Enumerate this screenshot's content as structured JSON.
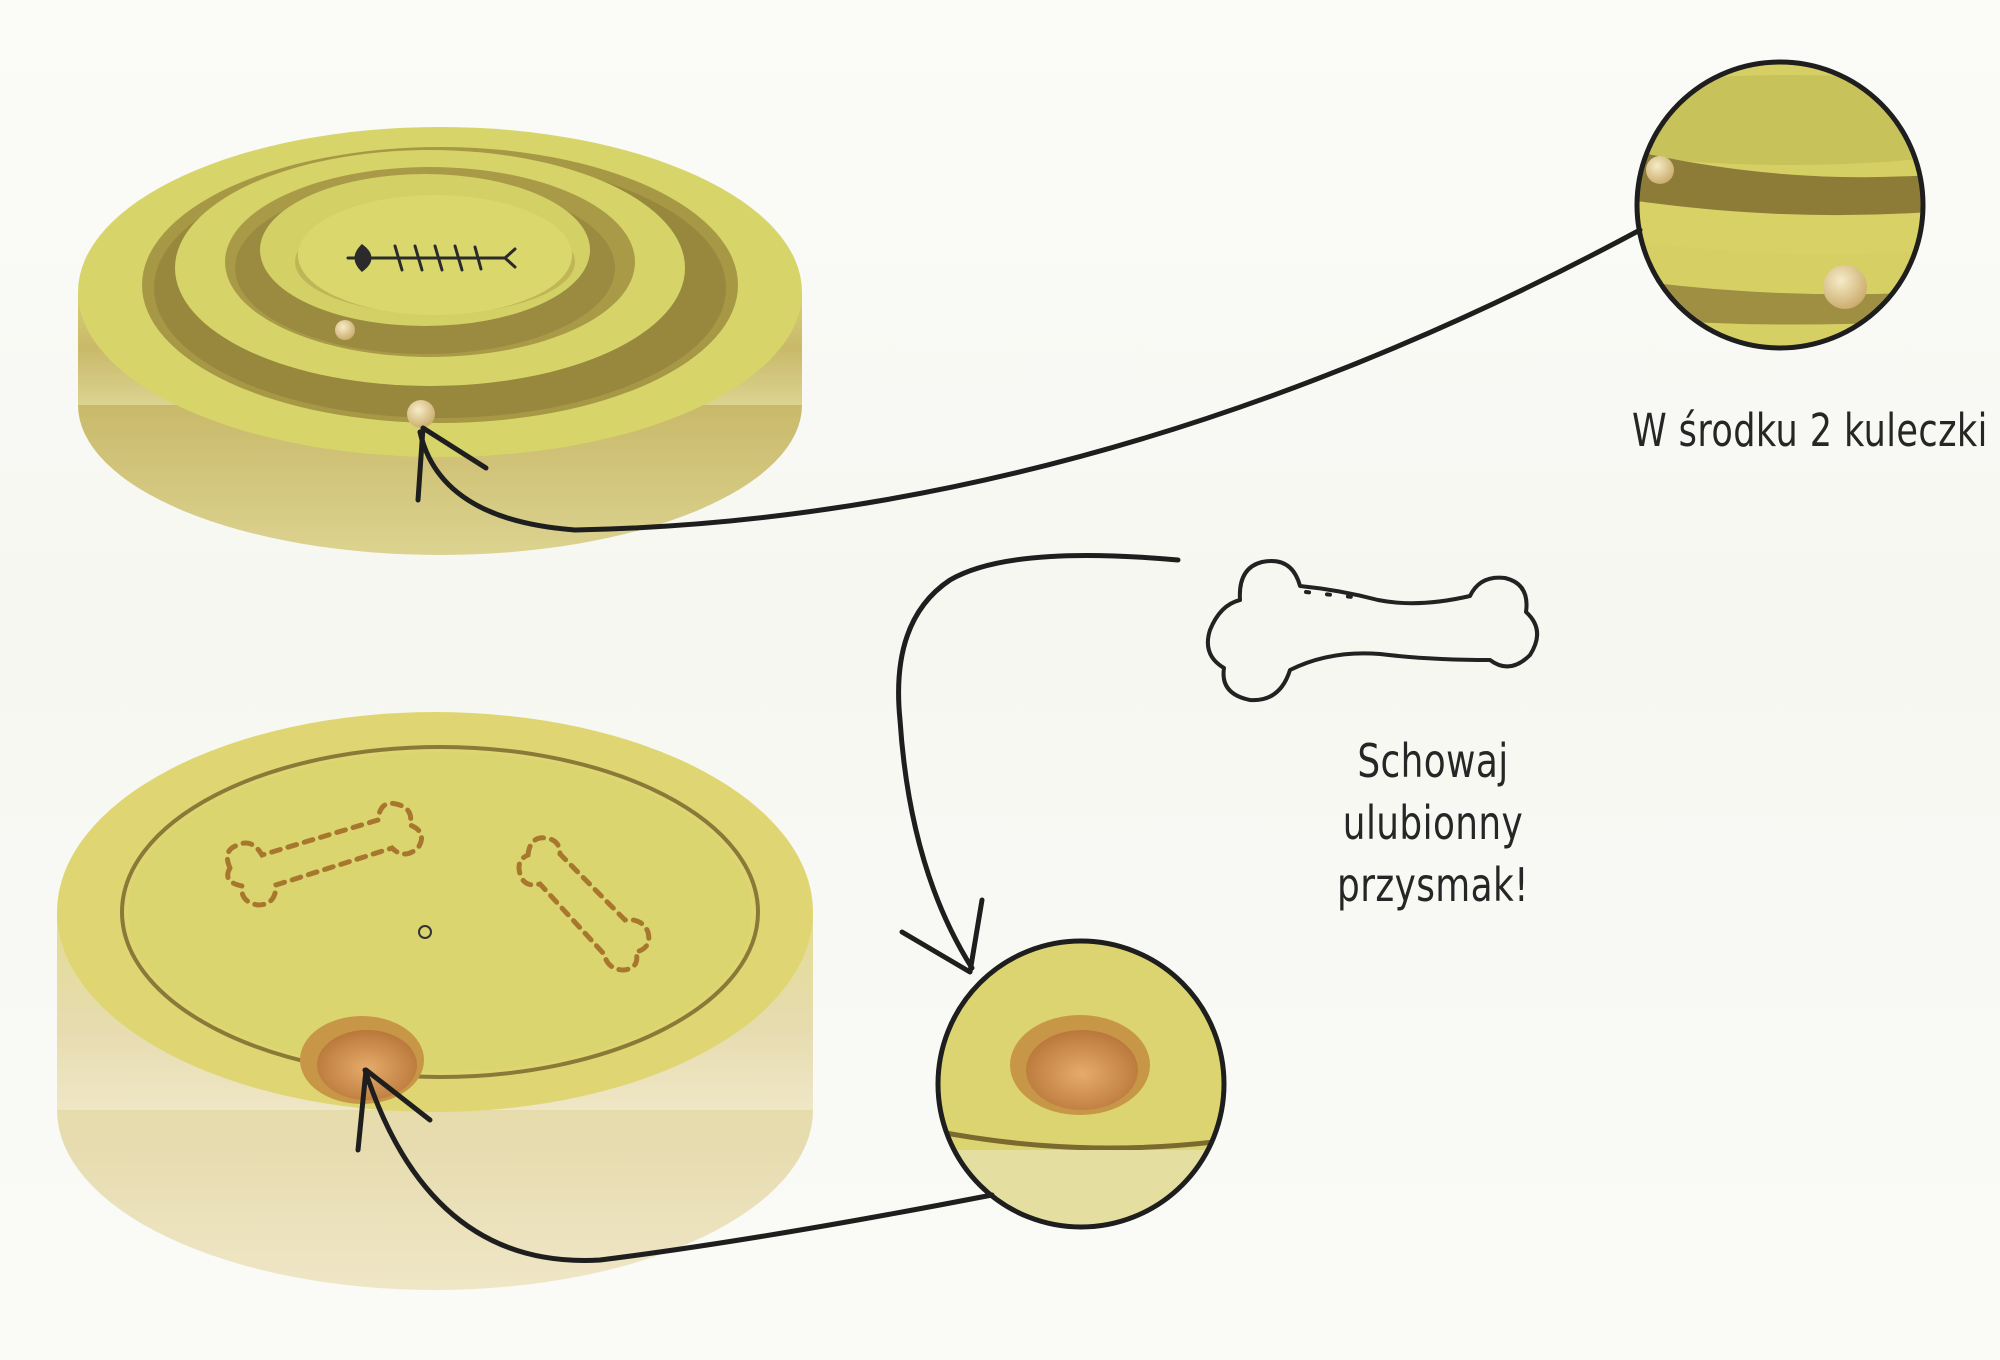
{
  "captions": {
    "balls_inside": "W środku 2 kuleczki",
    "hide_treat_line1": "Schowaj ulubionny",
    "hide_treat_line2": "przysmak!"
  },
  "icons": {
    "fish_bone": "fish-bone-icon",
    "bone": "bone-icon",
    "arrow": "curved-arrow"
  },
  "colors": {
    "wood_face": "#d9d86a",
    "wood_dark": "#b3a448",
    "wood_side": "#d6cc78",
    "hole_inner": "#d8974a",
    "line": "#1e1e1e"
  }
}
